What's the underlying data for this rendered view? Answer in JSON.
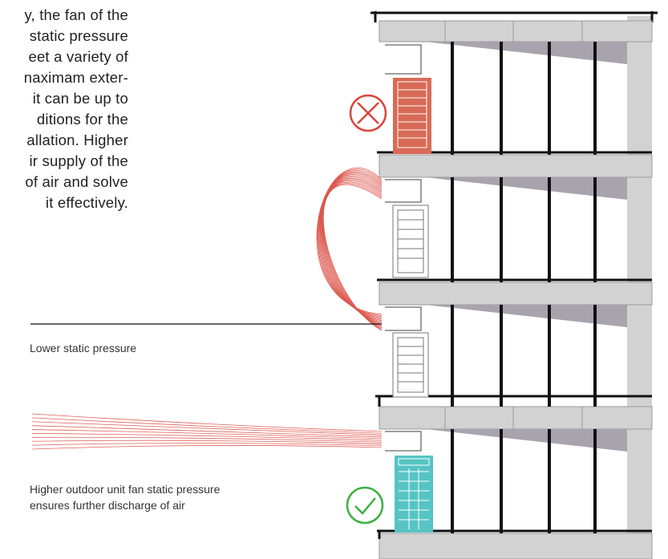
{
  "intro_lines": [
    "y, the fan of the",
    "static pressure",
    "eet a variety of",
    "naximam exter-",
    "it can be up to",
    "ditions for the",
    "allation. Higher",
    "ir supply of the",
    "of air and solve",
    "it effectively."
  ],
  "labels": {
    "lower": "Lower static pressure",
    "higher_line1": "Higher outdoor unit fan static pressure",
    "higher_line2": "ensures further discharge of air"
  },
  "colors": {
    "airflow": "#d9463b",
    "unit_bad": "#d96a56",
    "unit_good": "#57c4c4",
    "cross": "#d9463b",
    "check": "#3cb043",
    "building": "#d2d2d2",
    "shadow": "#a9a3ad"
  },
  "icons": {
    "bad": "cross-circle-icon",
    "good": "check-circle-icon"
  }
}
